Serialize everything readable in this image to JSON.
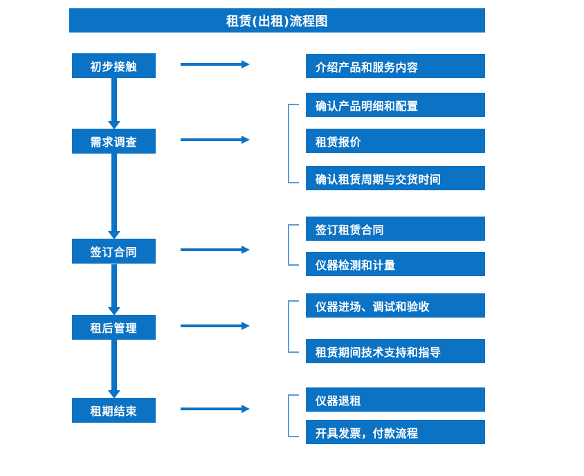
{
  "title": "租赁(出租)流程图",
  "colors": {
    "primary_blue": "#0B72C4",
    "bracket_blue": "#5B9BD5",
    "text_white": "#FFFFFF",
    "background": "#FFFFFF"
  },
  "stages": [
    {
      "id": "stage-1",
      "label": "初步接触",
      "details": [
        {
          "id": "detail-1-1",
          "label": "介绍产品和服务内容"
        }
      ]
    },
    {
      "id": "stage-2",
      "label": "需求调查",
      "details": [
        {
          "id": "detail-2-1",
          "label": "确认产品明细和配置"
        },
        {
          "id": "detail-2-2",
          "label": "租赁报价"
        },
        {
          "id": "detail-2-3",
          "label": "确认租赁周期与交货时间"
        }
      ]
    },
    {
      "id": "stage-3",
      "label": "签订合同",
      "details": [
        {
          "id": "detail-3-1",
          "label": "签订租赁合同"
        },
        {
          "id": "detail-3-2",
          "label": "仪器检测和计量"
        }
      ]
    },
    {
      "id": "stage-4",
      "label": "租后管理",
      "details": [
        {
          "id": "detail-4-1",
          "label": "仪器进场、调试和验收"
        },
        {
          "id": "detail-4-2",
          "label": "租赁期间技术支持和指导"
        }
      ]
    },
    {
      "id": "stage-5",
      "label": "租期结束",
      "details": [
        {
          "id": "detail-5-1",
          "label": "仪器退租"
        },
        {
          "id": "detail-5-2",
          "label": "开具发票，付款流程"
        }
      ]
    }
  ],
  "connectors": {
    "flow_arrow_right": "arrow-right-icon",
    "flow_arrow_down": "arrow-down-icon",
    "group_bracket": "bracket-icon"
  }
}
